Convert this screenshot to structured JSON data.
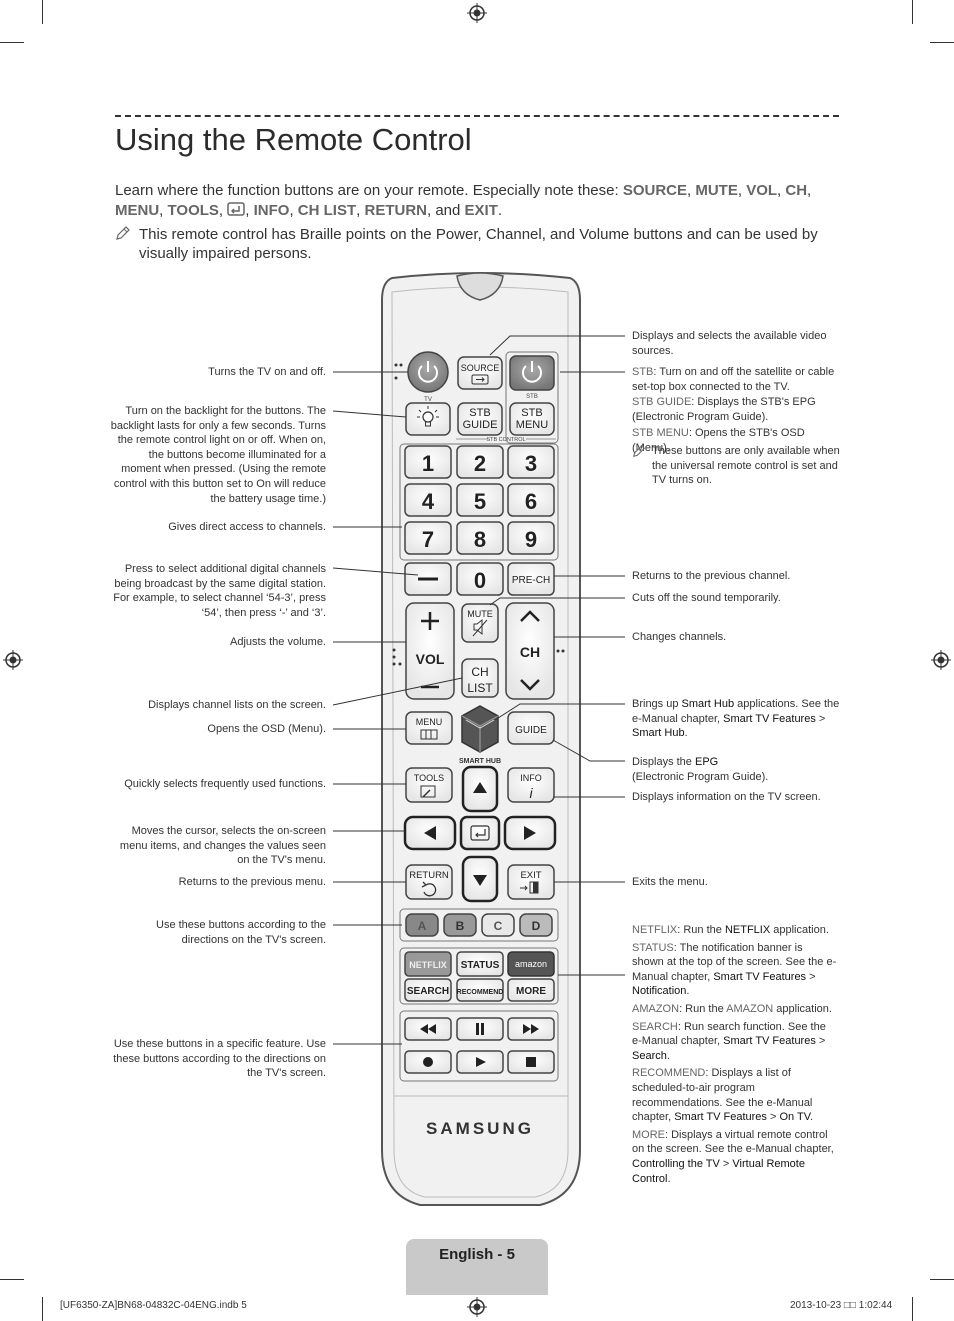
{
  "page_title": "Using the Remote Control",
  "intro": {
    "lead": "Learn where the function buttons are on your remote. Especially note these: ",
    "keys": [
      "SOURCE",
      "MUTE",
      "VOL",
      "CH",
      "MENU",
      "TOOLS",
      "INFO",
      "CH LIST",
      "RETURN",
      "EXIT"
    ],
    "and": "and"
  },
  "note": "This remote control has Braille points on the Power, Channel, and Volume buttons and can be used by visually impaired persons.",
  "left_labels": {
    "power": "Turns the TV on and off.",
    "backlight": "Turn on the backlight for the buttons. The backlight lasts for only a few seconds. Turns the remote control light on or off. When on, the buttons become illuminated for a moment when pressed. (Using the remote control with this button set to On will reduce the battery usage time.)",
    "numbers": "Gives direct access to channels.",
    "dash": "Press to select additional digital channels being broadcast by the same digital station. For example, to select channel ‘54-3’, press ‘54’, then press ‘-’ and ‘3’.",
    "vol": "Adjusts the volume.",
    "chlist": "Displays channel lists on the screen.",
    "menu": "Opens the OSD (Menu).",
    "tools": "Quickly selects frequently used functions.",
    "cursor": "Moves the cursor, selects the on-screen menu items, and changes the values seen on the TV's menu.",
    "return": "Returns to the previous menu.",
    "abcd": "Use these buttons according to the directions on the TV's screen.",
    "playback": "Use these buttons in a specific feature. Use these buttons according to the directions on the TV's screen."
  },
  "right_labels": {
    "source": "Displays and selects the available video sources.",
    "stb_k": "STB",
    "stb_t": ": Turn on and off the satellite or cable set-top box connected to the TV.",
    "stbguide_k": "STB GUIDE",
    "stbguide_t": ": Displays the STB's EPG (Electronic Program Guide).",
    "stbmenu_k": "STB MENU",
    "stbmenu_t": ": Opens the STB's OSD (Menu).",
    "stb_note": "These buttons are only available when the universal remote control is set and TV turns on.",
    "prech": "Returns to the previous channel.",
    "mute": "Cuts off the sound temporarily.",
    "ch": "Changes channels.",
    "smarthub_a": "Brings up ",
    "smarthub_k": "Smart Hub",
    "smarthub_b": " applications. See the e-Manual chapter, ",
    "smarthub_c": "Smart TV Features",
    "smarthub_d": "Smart Hub",
    "guide_a": "Displays the ",
    "guide_k": "EPG",
    "guide_b": "(Electronic Program Guide).",
    "info": "Displays information on the TV screen.",
    "exit": "Exits the menu.",
    "netflix_k": "NETFLIX",
    "netflix_a": ": Run the ",
    "netflix_b": "NETFLIX",
    "netflix_c": " application.",
    "status_k": "STATUS",
    "status_a": ": The notification banner is shown at the top of the screen. See the e-Manual chapter, ",
    "status_b": "Smart TV Features",
    "status_c": "Notification",
    "amazon_k": "AMAZON",
    "amazon_a": ": Run the ",
    "amazon_b": "AMAZON",
    "amazon_c": " application.",
    "search_k": "SEARCH",
    "search_a": ": Run search function. See the e-Manual chapter, ",
    "search_b": "Smart TV Features",
    "search_c": "Search",
    "recommend_k": "RECOMMEND",
    "recommend_a": ": Displays a list of scheduled-to-air program recommendations. See the e-Manual chapter, ",
    "recommend_b": "Smart TV Features",
    "recommend_c": "On TV",
    "more_k": "MORE",
    "more_a": ": Displays a virtual remote control on the screen. See the e-Manual chapter, ",
    "more_b": "Controlling the TV",
    "more_c": "Virtual Remote Control"
  },
  "remote": {
    "source": "SOURCE",
    "tv": "TV",
    "stb": "STB",
    "stb_guide_1": "STB",
    "stb_guide_2": "GUIDE",
    "stb_menu_1": "STB",
    "stb_menu_2": "MENU",
    "stb_control": "STB CONTROL",
    "digits": [
      "1",
      "2",
      "3",
      "4",
      "5",
      "6",
      "7",
      "8",
      "9"
    ],
    "zero": "0",
    "prech": "PRE-CH",
    "mute": "MUTE",
    "vol": "VOL",
    "ch": "CH",
    "chlist_1": "CH",
    "chlist_2": "LIST",
    "menu": "MENU",
    "guide": "GUIDE",
    "smart_hub": "SMART HUB",
    "tools": "TOOLS",
    "info": "INFO",
    "return": "RETURN",
    "exit": "EXIT",
    "abcd": [
      "A",
      "B",
      "C",
      "D"
    ],
    "netflix": "NETFLIX",
    "status": "STATUS",
    "amazon": "amazon",
    "search": "SEARCH",
    "recommend": "RECOMMEND",
    "more": "MORE",
    "brand": "SAMSUNG"
  },
  "footer": {
    "page": "English - 5",
    "file": "[UF6350-ZA]BN68-04832C-04ENG.indb   5",
    "date": "2013-10-23   □□ 1:02:44"
  },
  "colors": {
    "accent_gray": "#666666",
    "page_box": "#c9c9c9"
  }
}
